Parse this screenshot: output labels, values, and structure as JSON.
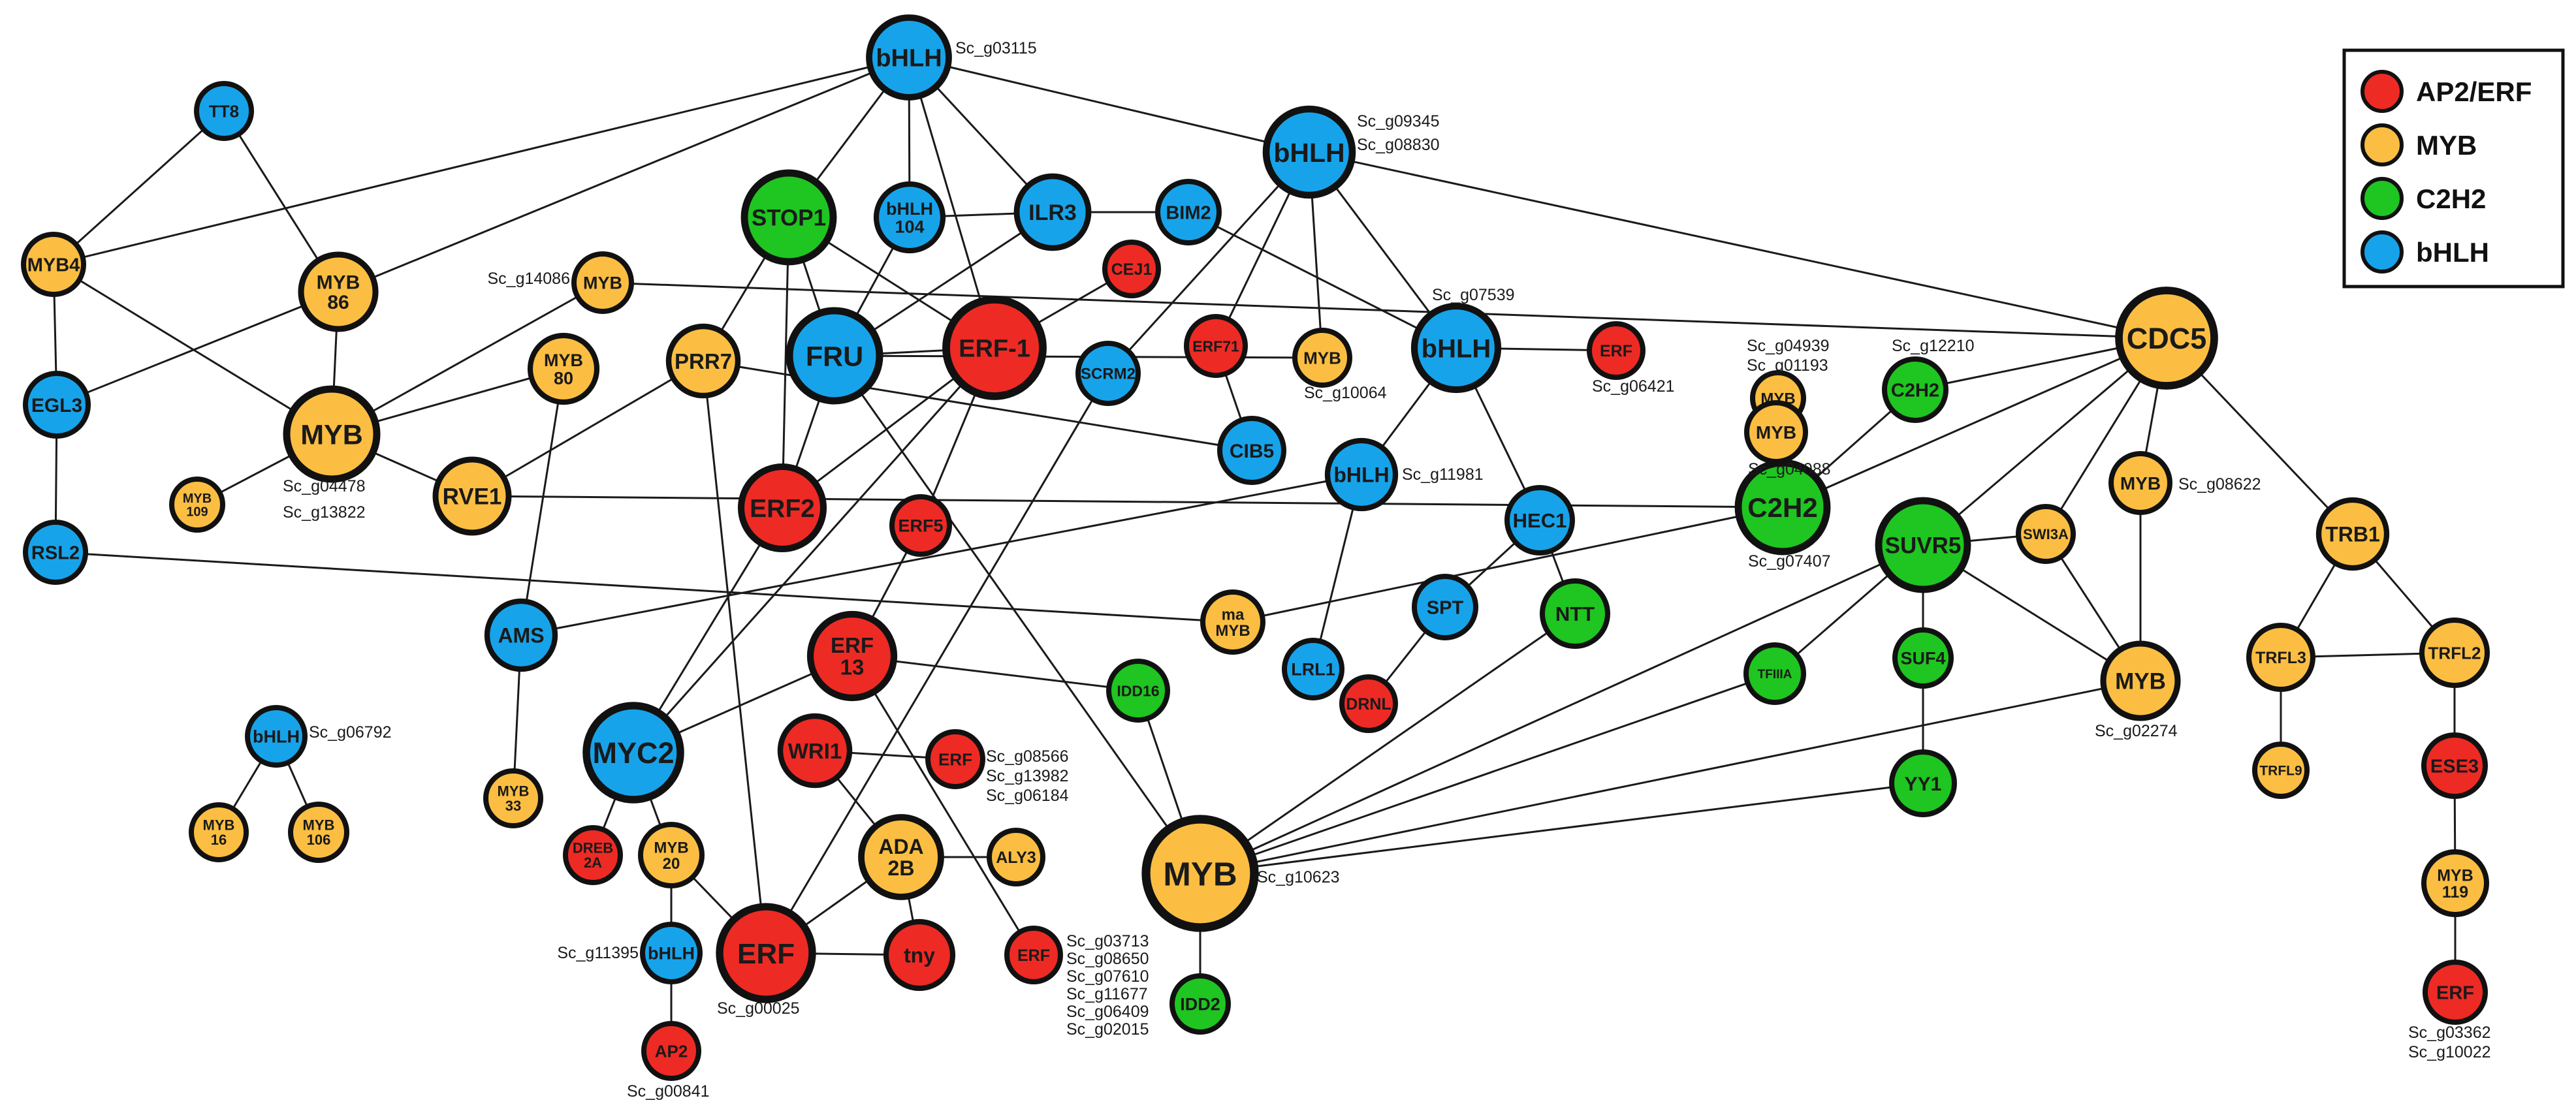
{
  "colors": {
    "AP2/ERF": "#ee2a24",
    "MYB": "#fbbe42",
    "C2H2": "#1fc520",
    "bHLH": "#17a3ea",
    "node_border": "#111111",
    "edge": "#1a1a1a"
  },
  "legend": [
    {
      "family": "AP2/ERF",
      "label": "AP2/ERF"
    },
    {
      "family": "MYB",
      "label": "MYB"
    },
    {
      "family": "C2H2",
      "label": "C2H2"
    },
    {
      "family": "bHLH",
      "label": "bHLH"
    }
  ],
  "nodes": [
    {
      "id": "bhlh_top",
      "label": [
        "bHLH"
      ],
      "family": "bHLH",
      "ids": [
        "Sc_g03115"
      ]
    },
    {
      "id": "tt8",
      "label": [
        "TT8"
      ],
      "family": "bHLH"
    },
    {
      "id": "myb4",
      "label": [
        "MYB4"
      ],
      "family": "MYB"
    },
    {
      "id": "myb86",
      "label": [
        "MYB",
        "86"
      ],
      "family": "MYB"
    },
    {
      "id": "egl3",
      "label": [
        "EGL3"
      ],
      "family": "bHLH"
    },
    {
      "id": "myb_main",
      "label": [
        "MYB"
      ],
      "family": "MYB",
      "ids": [
        "Sc_g04478",
        "Sc_g13822"
      ]
    },
    {
      "id": "myb109",
      "label": [
        "MYB",
        "109"
      ],
      "family": "MYB"
    },
    {
      "id": "rsl2",
      "label": [
        "RSL2"
      ],
      "family": "bHLH"
    },
    {
      "id": "stop1",
      "label": [
        "STOP1"
      ],
      "family": "C2H2"
    },
    {
      "id": "bhlh104",
      "label": [
        "bHLH",
        "104"
      ],
      "family": "bHLH"
    },
    {
      "id": "ilr3",
      "label": [
        "ILR3"
      ],
      "family": "bHLH"
    },
    {
      "id": "bim2",
      "label": [
        "BIM2"
      ],
      "family": "bHLH"
    },
    {
      "id": "bhlh_09345",
      "label": [
        "bHLH"
      ],
      "family": "bHLH",
      "ids": [
        "Sc_g09345",
        "Sc_g08830"
      ]
    },
    {
      "id": "cej1",
      "label": [
        "CEJ1"
      ],
      "family": "AP2/ERF"
    },
    {
      "id": "myb_14086",
      "label": [
        "MYB"
      ],
      "family": "MYB",
      "ids": [
        "Sc_g14086"
      ]
    },
    {
      "id": "myb80",
      "label": [
        "MYB",
        "80"
      ],
      "family": "MYB"
    },
    {
      "id": "prr7",
      "label": [
        "PRR7"
      ],
      "family": "MYB"
    },
    {
      "id": "fru",
      "label": [
        "FRU"
      ],
      "family": "bHLH"
    },
    {
      "id": "erf1",
      "label": [
        "ERF-1"
      ],
      "family": "AP2/ERF"
    },
    {
      "id": "scrm2",
      "label": [
        "SCRM2"
      ],
      "family": "bHLH"
    },
    {
      "id": "erf71",
      "label": [
        "ERF71"
      ],
      "family": "AP2/ERF"
    },
    {
      "id": "myb_10064",
      "label": [
        "MYB"
      ],
      "family": "MYB",
      "ids": [
        "Sc_g10064"
      ]
    },
    {
      "id": "bhlh_07539",
      "label": [
        "bHLH"
      ],
      "family": "bHLH",
      "ids": [
        "Sc_g07539"
      ]
    },
    {
      "id": "erf_06421",
      "label": [
        "ERF"
      ],
      "family": "AP2/ERF",
      "ids": [
        "Sc_g06421"
      ]
    },
    {
      "id": "myb_04939",
      "label": [
        "MYB"
      ],
      "family": "MYB",
      "ids": [
        "Sc_g04939",
        "Sc_g01193"
      ]
    },
    {
      "id": "c2h2_12210",
      "label": [
        "C2H2"
      ],
      "family": "C2H2",
      "ids": [
        "Sc_g12210"
      ]
    },
    {
      "id": "cdc5",
      "label": [
        "CDC5"
      ],
      "family": "MYB"
    },
    {
      "id": "rve1",
      "label": [
        "RVE1"
      ],
      "family": "MYB"
    },
    {
      "id": "erf2",
      "label": [
        "ERF2"
      ],
      "family": "AP2/ERF"
    },
    {
      "id": "cib5",
      "label": [
        "CIB5"
      ],
      "family": "bHLH"
    },
    {
      "id": "bhlh_11981",
      "label": [
        "bHLH"
      ],
      "family": "bHLH",
      "ids": [
        "Sc_g11981"
      ]
    },
    {
      "id": "hec1",
      "label": [
        "HEC1"
      ],
      "family": "bHLH"
    },
    {
      "id": "myb_04088",
      "label": [
        "MYB"
      ],
      "family": "MYB",
      "ids": [
        "Sc_g04088"
      ]
    },
    {
      "id": "c2h2_07407",
      "label": [
        "C2H2"
      ],
      "family": "C2H2",
      "ids": [
        "Sc_g07407"
      ]
    },
    {
      "id": "suvr5",
      "label": [
        "SUVR5"
      ],
      "family": "C2H2"
    },
    {
      "id": "swi3a",
      "label": [
        "SWI3A"
      ],
      "family": "MYB"
    },
    {
      "id": "myb_08622",
      "label": [
        "MYB"
      ],
      "family": "MYB",
      "ids": [
        "Sc_g08622"
      ]
    },
    {
      "id": "trb1",
      "label": [
        "TRB1"
      ],
      "family": "MYB"
    },
    {
      "id": "erf5",
      "label": [
        "ERF5"
      ],
      "family": "AP2/ERF"
    },
    {
      "id": "ams",
      "label": [
        "AMS"
      ],
      "family": "bHLH"
    },
    {
      "id": "mamyb",
      "label": [
        "ma",
        "MYB"
      ],
      "family": "MYB"
    },
    {
      "id": "erf13",
      "label": [
        "ERF",
        "13"
      ],
      "family": "AP2/ERF"
    },
    {
      "id": "spt",
      "label": [
        "SPT"
      ],
      "family": "bHLH"
    },
    {
      "id": "ntt",
      "label": [
        "NTT"
      ],
      "family": "C2H2"
    },
    {
      "id": "lrl1",
      "label": [
        "LRL1"
      ],
      "family": "bHLH"
    },
    {
      "id": "drnl",
      "label": [
        "DRNL"
      ],
      "family": "AP2/ERF"
    },
    {
      "id": "idd16",
      "label": [
        "IDD16"
      ],
      "family": "C2H2"
    },
    {
      "id": "tfiiia",
      "label": [
        "TFIIIA"
      ],
      "family": "C2H2"
    },
    {
      "id": "suf4",
      "label": [
        "SUF4"
      ],
      "family": "C2H2"
    },
    {
      "id": "myb_02274",
      "label": [
        "MYB"
      ],
      "family": "MYB",
      "ids": [
        "Sc_g02274"
      ]
    },
    {
      "id": "trfl3",
      "label": [
        "TRFL3"
      ],
      "family": "MYB"
    },
    {
      "id": "trfl2",
      "label": [
        "TRFL2"
      ],
      "family": "MYB"
    },
    {
      "id": "bhlh_06792",
      "label": [
        "bHLH"
      ],
      "family": "bHLH",
      "ids": [
        "Sc_g06792"
      ]
    },
    {
      "id": "myc2",
      "label": [
        "MYC2"
      ],
      "family": "bHLH"
    },
    {
      "id": "wri1",
      "label": [
        "WRI1"
      ],
      "family": "AP2/ERF"
    },
    {
      "id": "erf_08566",
      "label": [
        "ERF"
      ],
      "family": "AP2/ERF",
      "ids": [
        "Sc_g08566",
        "Sc_g13982",
        "Sc_g06184"
      ]
    },
    {
      "id": "myb33",
      "label": [
        "MYB",
        "33"
      ],
      "family": "MYB"
    },
    {
      "id": "trfl9",
      "label": [
        "TRFL9"
      ],
      "family": "MYB"
    },
    {
      "id": "ese3",
      "label": [
        "ESE3"
      ],
      "family": "AP2/ERF"
    },
    {
      "id": "yy1",
      "label": [
        "YY1"
      ],
      "family": "C2H2"
    },
    {
      "id": "myb16",
      "label": [
        "MYB",
        "16"
      ],
      "family": "MYB"
    },
    {
      "id": "myb106",
      "label": [
        "MYB",
        "106"
      ],
      "family": "MYB"
    },
    {
      "id": "dreb2a",
      "label": [
        "DREB",
        "2A"
      ],
      "family": "AP2/ERF"
    },
    {
      "id": "myb20",
      "label": [
        "MYB",
        "20"
      ],
      "family": "MYB"
    },
    {
      "id": "ada2b",
      "label": [
        "ADA",
        "2B"
      ],
      "family": "MYB"
    },
    {
      "id": "aly3",
      "label": [
        "ALY3"
      ],
      "family": "MYB"
    },
    {
      "id": "myb_10623",
      "label": [
        "MYB"
      ],
      "family": "MYB",
      "ids": [
        "Sc_g10623"
      ]
    },
    {
      "id": "myb119",
      "label": [
        "MYB",
        "119"
      ],
      "family": "MYB"
    },
    {
      "id": "bhlh_11395",
      "label": [
        "bHLH"
      ],
      "family": "bHLH",
      "ids": [
        "Sc_g11395"
      ]
    },
    {
      "id": "erf_00025",
      "label": [
        "ERF"
      ],
      "family": "AP2/ERF",
      "ids": [
        "Sc_g00025"
      ]
    },
    {
      "id": "tny",
      "label": [
        "tny"
      ],
      "family": "AP2/ERF"
    },
    {
      "id": "erf_03713",
      "label": [
        "ERF"
      ],
      "family": "AP2/ERF",
      "ids": [
        "Sc_g03713",
        "Sc_g08650",
        "Sc_g07610",
        "Sc_g11677",
        "Sc_g06409",
        "Sc_g02015"
      ]
    },
    {
      "id": "idd2",
      "label": [
        "IDD2"
      ],
      "family": "C2H2"
    },
    {
      "id": "erf_03362",
      "label": [
        "ERF"
      ],
      "family": "AP2/ERF",
      "ids": [
        "Sc_g03362",
        "Sc_g10022"
      ]
    },
    {
      "id": "ap2",
      "label": [
        "AP2"
      ],
      "family": "AP2/ERF",
      "ids": [
        "Sc_g00841"
      ]
    }
  ],
  "edges": [
    [
      "tt8",
      "myb4"
    ],
    [
      "tt8",
      "myb86"
    ],
    [
      "bhlh_top",
      "myb4"
    ],
    [
      "bhlh_top",
      "myb86"
    ],
    [
      "myb4",
      "egl3"
    ],
    [
      "myb4",
      "myb_main"
    ],
    [
      "myb86",
      "egl3"
    ],
    [
      "myb86",
      "myb_main"
    ],
    [
      "egl3",
      "rsl2"
    ],
    [
      "rsl2",
      "mamyb"
    ],
    [
      "myb_main",
      "myb109"
    ],
    [
      "myb_main",
      "rve1"
    ],
    [
      "myb_main",
      "myb80"
    ],
    [
      "myb_main",
      "myb_14086"
    ],
    [
      "bhlh_top",
      "stop1"
    ],
    [
      "bhlh_top",
      "bhlh104"
    ],
    [
      "bhlh_top",
      "ilr3"
    ],
    [
      "bhlh_top",
      "erf1"
    ],
    [
      "bhlh_top",
      "bhlh_09345"
    ],
    [
      "bhlh104",
      "fru"
    ],
    [
      "ilr3",
      "bhlh104"
    ],
    [
      "ilr3",
      "fru"
    ],
    [
      "ilr3",
      "bim2"
    ],
    [
      "bim2",
      "bhlh_07539"
    ],
    [
      "stop1",
      "prr7"
    ],
    [
      "stop1",
      "fru"
    ],
    [
      "stop1",
      "erf1"
    ],
    [
      "stop1",
      "erf2"
    ],
    [
      "fru",
      "erf1"
    ],
    [
      "fru",
      "erf2"
    ],
    [
      "fru",
      "myb_10064"
    ],
    [
      "fru",
      "myb_10623"
    ],
    [
      "erf1",
      "cej1"
    ],
    [
      "erf1",
      "erf2"
    ],
    [
      "erf1",
      "erf5"
    ],
    [
      "erf1",
      "myc2"
    ],
    [
      "prr7",
      "rve1"
    ],
    [
      "prr7",
      "erf_00025"
    ],
    [
      "prr7",
      "cib5"
    ],
    [
      "myb80",
      "ams"
    ],
    [
      "myb_14086",
      "cdc5"
    ],
    [
      "rve1",
      "c2h2_07407"
    ],
    [
      "bhlh_09345",
      "scrm2"
    ],
    [
      "bhlh_09345",
      "erf71"
    ],
    [
      "bhlh_09345",
      "myb_10064"
    ],
    [
      "bhlh_09345",
      "bhlh_07539"
    ],
    [
      "bhlh_09345",
      "cdc5"
    ],
    [
      "erf71",
      "cib5"
    ],
    [
      "scrm2",
      "erf_00025"
    ],
    [
      "bhlh_07539",
      "erf_06421"
    ],
    [
      "bhlh_07539",
      "hec1"
    ],
    [
      "bhlh_07539",
      "bhlh_11981"
    ],
    [
      "cdc5",
      "c2h2_12210"
    ],
    [
      "cdc5",
      "c2h2_07407"
    ],
    [
      "cdc5",
      "suvr5"
    ],
    [
      "cdc5",
      "swi3a"
    ],
    [
      "cdc5",
      "myb_08622"
    ],
    [
      "cdc5",
      "trb1"
    ],
    [
      "myb_04939",
      "c2h2_07407"
    ],
    [
      "c2h2_12210",
      "c2h2_07407"
    ],
    [
      "myb_04088",
      "c2h2_07407"
    ],
    [
      "bhlh_11981",
      "ams"
    ],
    [
      "bhlh_11981",
      "lrl1"
    ],
    [
      "hec1",
      "ntt"
    ],
    [
      "hec1",
      "spt"
    ],
    [
      "spt",
      "drnl"
    ],
    [
      "c2h2_07407",
      "mamyb"
    ],
    [
      "suvr5",
      "swi3a"
    ],
    [
      "suvr5",
      "suf4"
    ],
    [
      "suvr5",
      "tfiiia"
    ],
    [
      "suvr5",
      "myb_02274"
    ],
    [
      "suvr5",
      "myb_10623"
    ],
    [
      "swi3a",
      "myb_02274"
    ],
    [
      "myb_08622",
      "myb_02274"
    ],
    [
      "myb_02274",
      "myb_10623"
    ],
    [
      "trb1",
      "trfl2"
    ],
    [
      "trb1",
      "trfl3"
    ],
    [
      "trfl3",
      "trfl9"
    ],
    [
      "trfl2",
      "trfl3"
    ],
    [
      "trfl2",
      "ese3"
    ],
    [
      "ese3",
      "myb119"
    ],
    [
      "myb119",
      "erf_03362"
    ],
    [
      "erf2",
      "myc2"
    ],
    [
      "erf5",
      "erf13"
    ],
    [
      "erf13",
      "myc2"
    ],
    [
      "erf13",
      "idd16"
    ],
    [
      "erf13",
      "erf_03713"
    ],
    [
      "ams",
      "myb33"
    ],
    [
      "idd16",
      "myb_10623"
    ],
    [
      "tfiiia",
      "myb_10623"
    ],
    [
      "ntt",
      "myb_10623"
    ],
    [
      "suf4",
      "yy1"
    ],
    [
      "yy1",
      "myb_10623"
    ],
    [
      "myb_10623",
      "idd2"
    ],
    [
      "myc2",
      "dreb2a"
    ],
    [
      "myc2",
      "myb20"
    ],
    [
      "myb20",
      "bhlh_11395"
    ],
    [
      "myb20",
      "erf_00025"
    ],
    [
      "bhlh_11395",
      "ap2"
    ],
    [
      "wri1",
      "erf_08566"
    ],
    [
      "wri1",
      "ada2b"
    ],
    [
      "ada2b",
      "aly3"
    ],
    [
      "ada2b",
      "tny"
    ],
    [
      "ada2b",
      "erf_00025"
    ],
    [
      "erf_00025",
      "tny"
    ],
    [
      "bhlh_06792",
      "myb16"
    ],
    [
      "bhlh_06792",
      "myb106"
    ]
  ]
}
